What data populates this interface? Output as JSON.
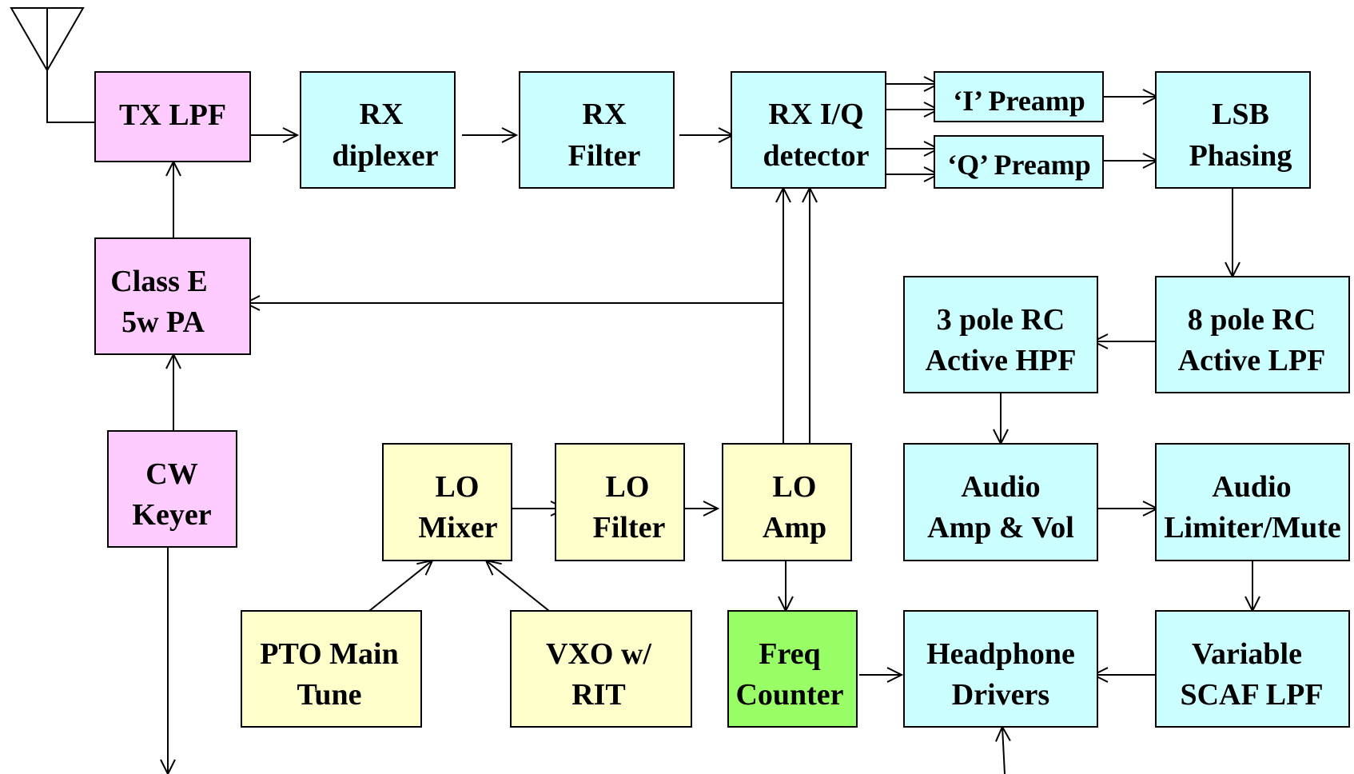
{
  "colors": {
    "tx": "#FFCCFF",
    "rx": "#CCFFFF",
    "lo": "#FFFFCC",
    "counter": "#99FF66",
    "line": "#000000"
  },
  "blocks": {
    "tx_lpf": [
      "TX LPF"
    ],
    "rx_diplexer": [
      "RX",
      "diplexer"
    ],
    "rx_filter": [
      "RX",
      "Filter"
    ],
    "rx_iq_detector": [
      "RX I/Q",
      "detector"
    ],
    "i_preamp": [
      "‘I’ Preamp"
    ],
    "q_preamp": [
      "‘Q’ Preamp"
    ],
    "lsb_phasing": [
      "LSB",
      "Phasing"
    ],
    "class_e_pa": [
      "Class E",
      "5w PA"
    ],
    "cw_keyer": [
      "CW",
      "Keyer"
    ],
    "hpf_3pole": [
      "3 pole RC",
      "Active HPF"
    ],
    "lpf_8pole": [
      "8 pole RC",
      "Active LPF"
    ],
    "lo_mixer": [
      "LO",
      "Mixer"
    ],
    "lo_filter": [
      "LO",
      "Filter"
    ],
    "lo_amp": [
      "LO",
      "Amp"
    ],
    "audio_amp": [
      "Audio",
      "Amp & Vol"
    ],
    "audio_limiter": [
      "Audio",
      "Limiter/Mute"
    ],
    "pto_main_tune": [
      "PTO Main",
      "Tune"
    ],
    "vxo_rit": [
      "VXO w/",
      "RIT"
    ],
    "freq_counter": [
      "Freq",
      "Counter"
    ],
    "headphone_drivers": [
      "Headphone",
      "Drivers"
    ],
    "scaf_lpf": [
      "Variable",
      "SCAF LPF"
    ]
  }
}
